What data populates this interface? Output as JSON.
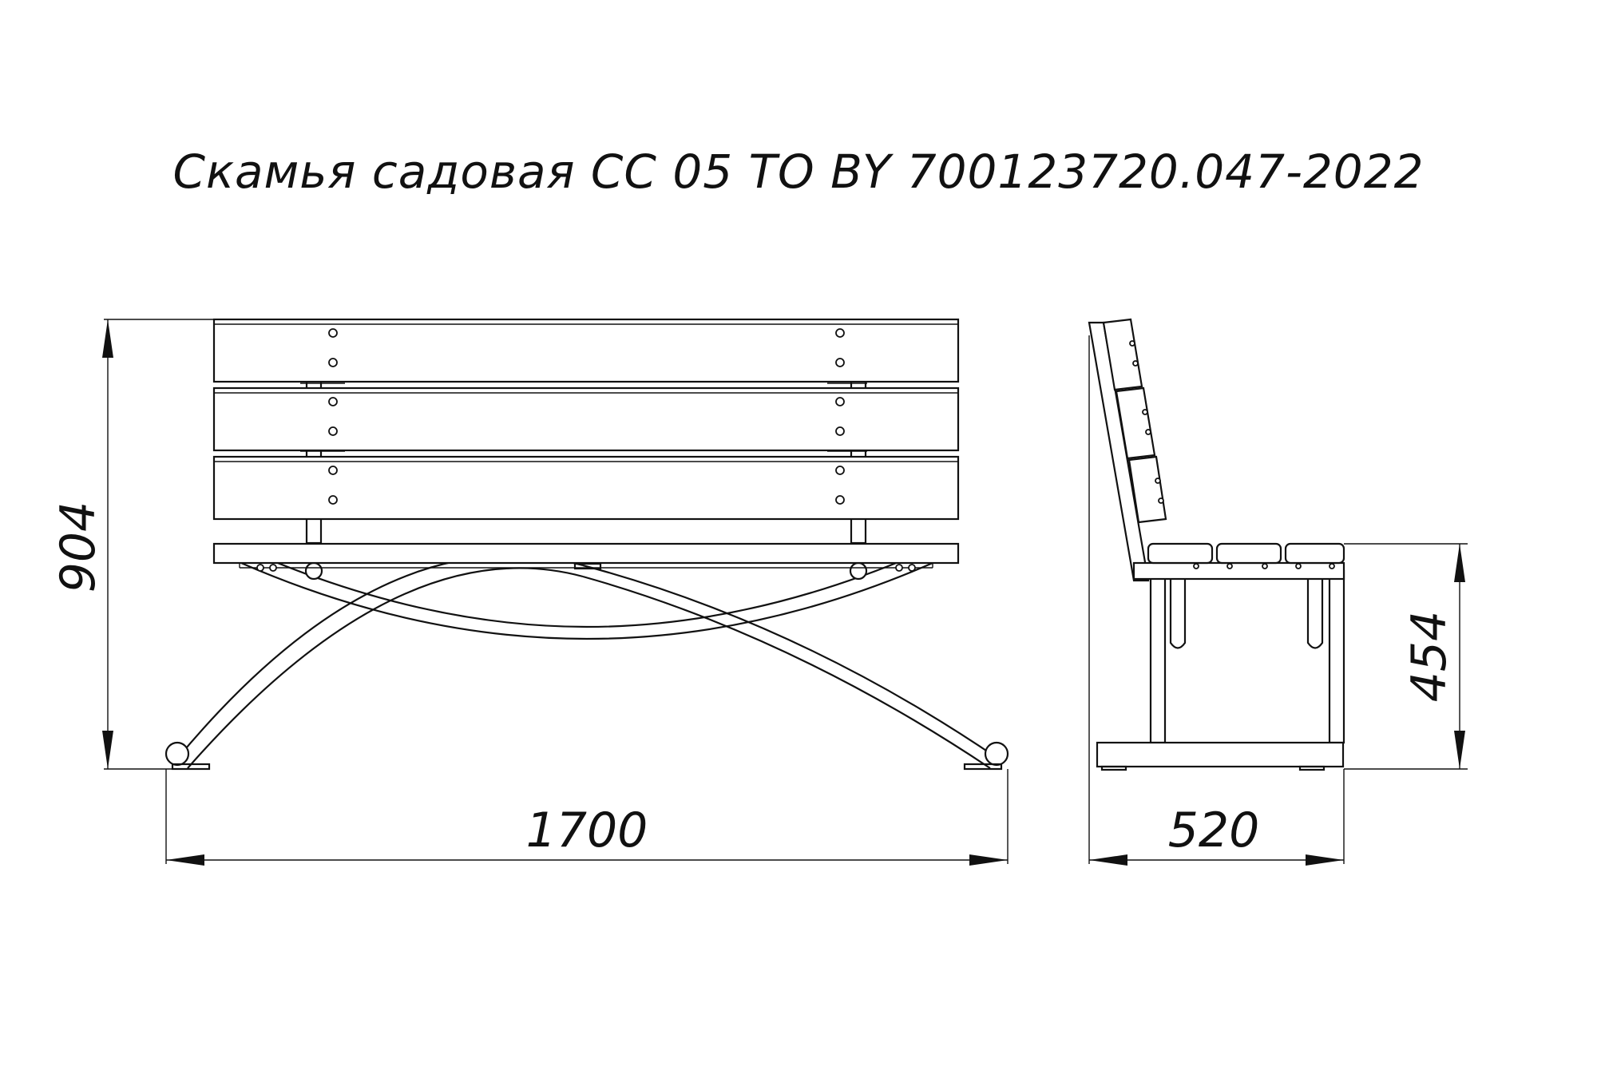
{
  "title": "Скамья садовая СС 05 ТО BY 700123720.047-2022",
  "dimensions": {
    "length": "1700",
    "height": "904",
    "depth": "520",
    "seat_height": "454"
  }
}
